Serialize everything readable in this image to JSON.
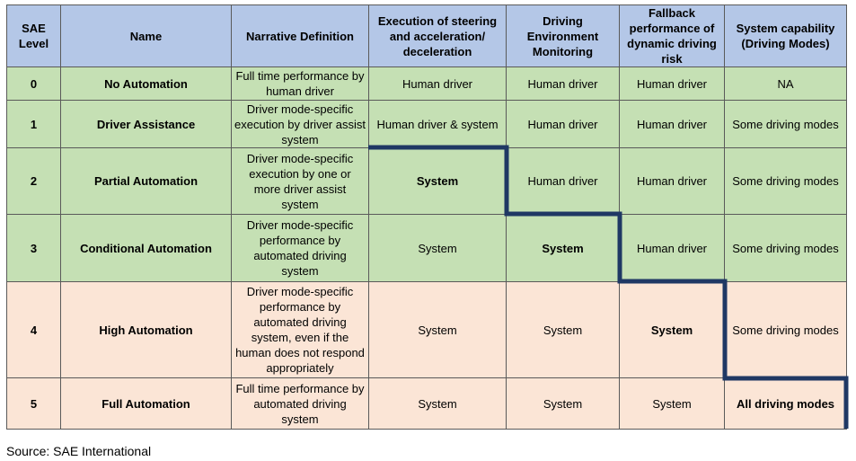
{
  "headers": {
    "level": "SAE Level",
    "name": "Name",
    "narrative": "Narrative Definition",
    "execution": "Execution of steering and acceleration/ deceleration",
    "monitoring": "Driving Environment Monitoring",
    "fallback": "Fallback performance of dynamic driving risk",
    "capability": "System capability (Driving Modes)"
  },
  "rows": [
    {
      "level": "0",
      "name": "No Automation",
      "narrative": "Full time performance by human driver",
      "execution": "Human driver",
      "monitoring": "Human driver",
      "fallback": "Human driver",
      "capability": "NA"
    },
    {
      "level": "1",
      "name": "Driver Assistance",
      "narrative": "Driver mode-specific execution by driver assist system",
      "execution": "Human driver & system",
      "monitoring": "Human driver",
      "fallback": "Human driver",
      "capability": "Some driving modes"
    },
    {
      "level": "2",
      "name": "Partial Automation",
      "narrative": "Driver mode-specific execution by one or more driver assist system",
      "execution": "System",
      "monitoring": "Human driver",
      "fallback": "Human driver",
      "capability": "Some driving modes"
    },
    {
      "level": "3",
      "name": "Conditional Automation",
      "narrative": "Driver mode-specific performance by automated driving system",
      "execution": "System",
      "monitoring": "System",
      "fallback": "Human driver",
      "capability": "Some driving modes"
    },
    {
      "level": "4",
      "name": "High Automation",
      "narrative": "Driver mode-specific performance by automated driving system, even if the human does not respond appropriately",
      "execution": "System",
      "monitoring": "System",
      "fallback": "System",
      "capability": "Some driving modes"
    },
    {
      "level": "5",
      "name": "Full Automation",
      "narrative": "Full time performance by automated driving system",
      "execution": "System",
      "monitoring": "System",
      "fallback": "System",
      "capability": "All driving modes"
    }
  ],
  "source": "Source: SAE International",
  "colors": {
    "header_bg": "#b4c7e7",
    "levels_0_3_bg": "#c5e0b4",
    "levels_4_5_bg": "#fbe5d6",
    "boundary_line": "#1f3864"
  }
}
